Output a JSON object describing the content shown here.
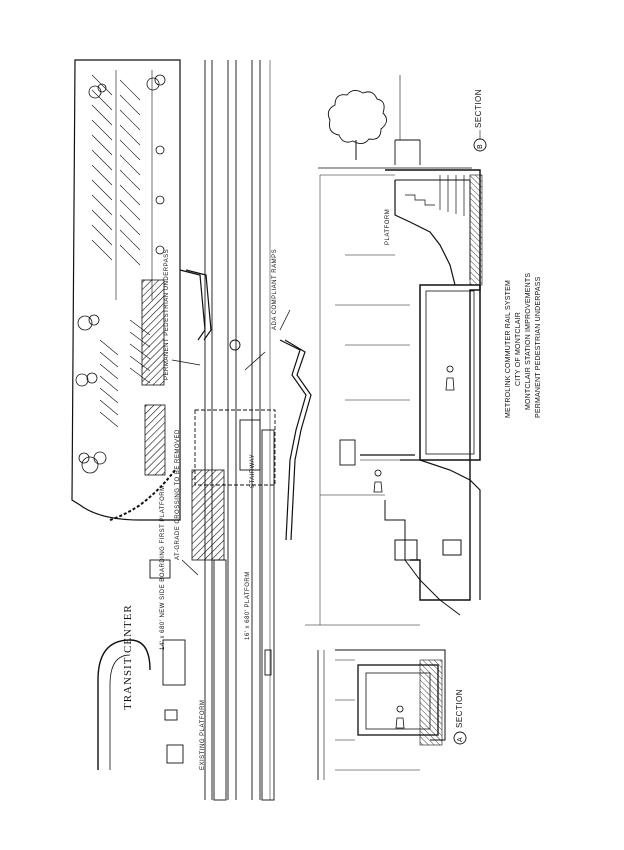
{
  "labels": {
    "transit_center": "TRANSIT CENTER",
    "existing_platform": "EXISTING PLATFORM",
    "new_platform": "16' x 680' PLATFORM",
    "new_platform_east": "14' x 680' NEW SIDE BOARDING FIRST PLATFORM",
    "at_grade_crossing": "AT-GRADE CROSSING TO BE REMOVED",
    "pedestrian_underpass": "PERMANENT PEDESTRIAN UNDERPASS",
    "ada_ramps": "ADA COMPLIANT RAMPS",
    "stairway": "STAIRWAY",
    "platform": "PLATFORM",
    "section_a": "SECTION",
    "section_b": "SECTION",
    "section_a_mark": "A",
    "section_b_mark": "B"
  },
  "title_block": {
    "line1": "METROLINK COMMUTER RAIL SYSTEM",
    "line2": "CITY OF MONTCLAIR",
    "line3": "MONTCLAIR STATION IMPROVEMENTS",
    "line4": "PERMANENT PEDESTRIAN UNDERPASS"
  },
  "colors": {
    "ink": "#111111",
    "paper": "#ffffff"
  }
}
